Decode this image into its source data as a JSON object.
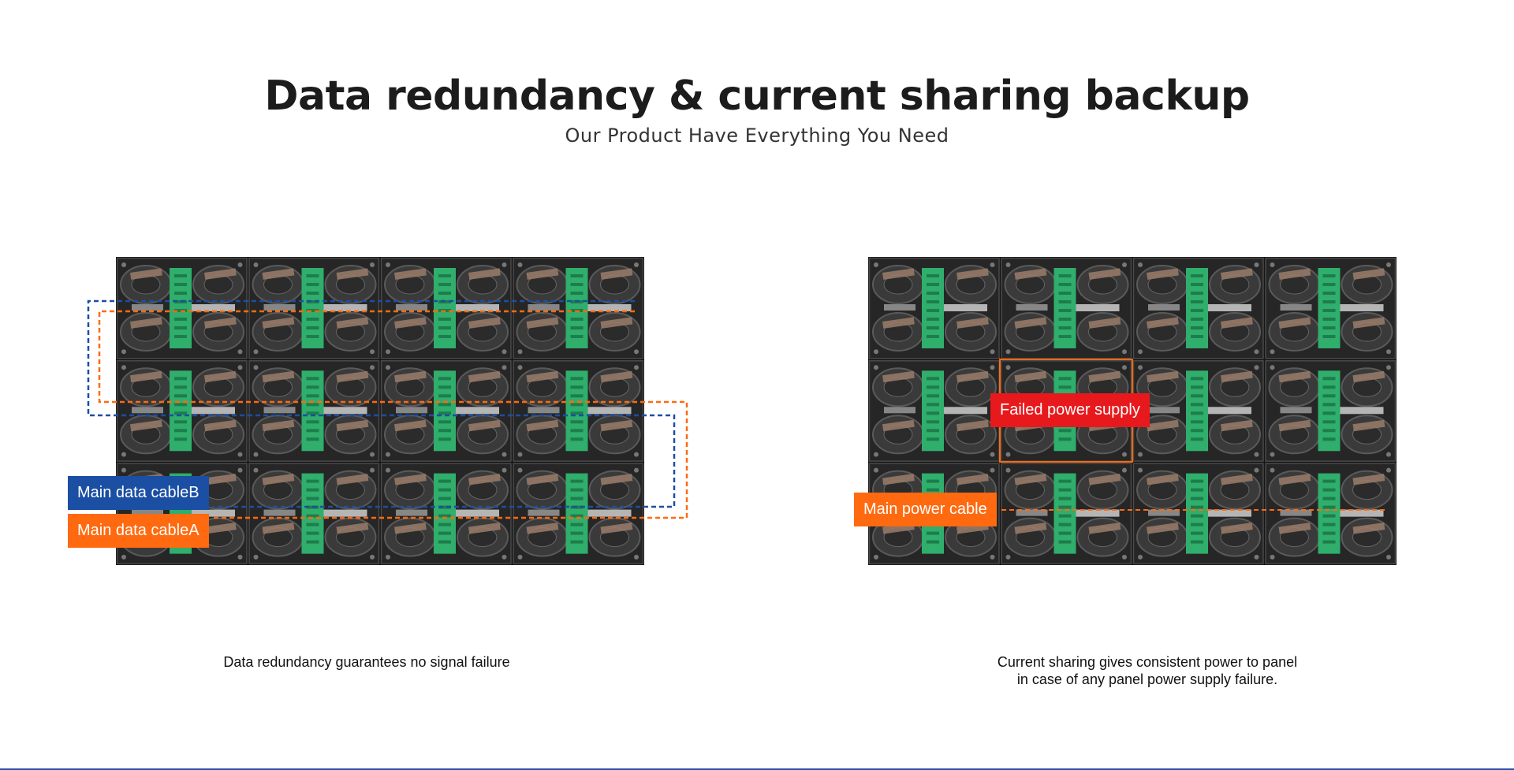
{
  "header": {
    "title": "Data redundancy & current sharing backup",
    "subtitle": "Our Product Have Everything You Need"
  },
  "left_panel": {
    "label_b": "Main data cableB",
    "label_a": "Main data cableA",
    "caption": "Data redundancy guarantees no signal failure"
  },
  "right_panel": {
    "failed_label": "Failed power supply",
    "power_label": "Main power cable",
    "caption_line1": "Current sharing gives consistent power to panel",
    "caption_line2": "in case of any panel power supply failure."
  },
  "colors": {
    "blue": "#1a4fa3",
    "orange": "#ff6a10",
    "red": "#e8191c",
    "pcb_green": "#2fae6c"
  }
}
